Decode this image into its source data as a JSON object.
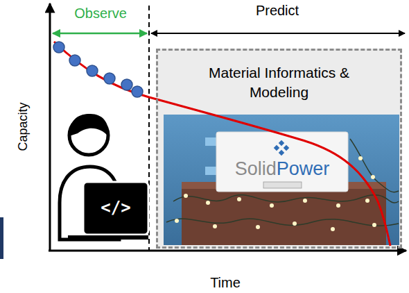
{
  "diagram": {
    "nodes": [
      {
        "text": [
          "Material Informatics & Modeling"
        ]
      }
    ],
    "labels": [
      "Observe",
      "Predict",
      "Capacity",
      "Time",
      "</>",
      "Solid",
      "Power"
    ]
  }
}
